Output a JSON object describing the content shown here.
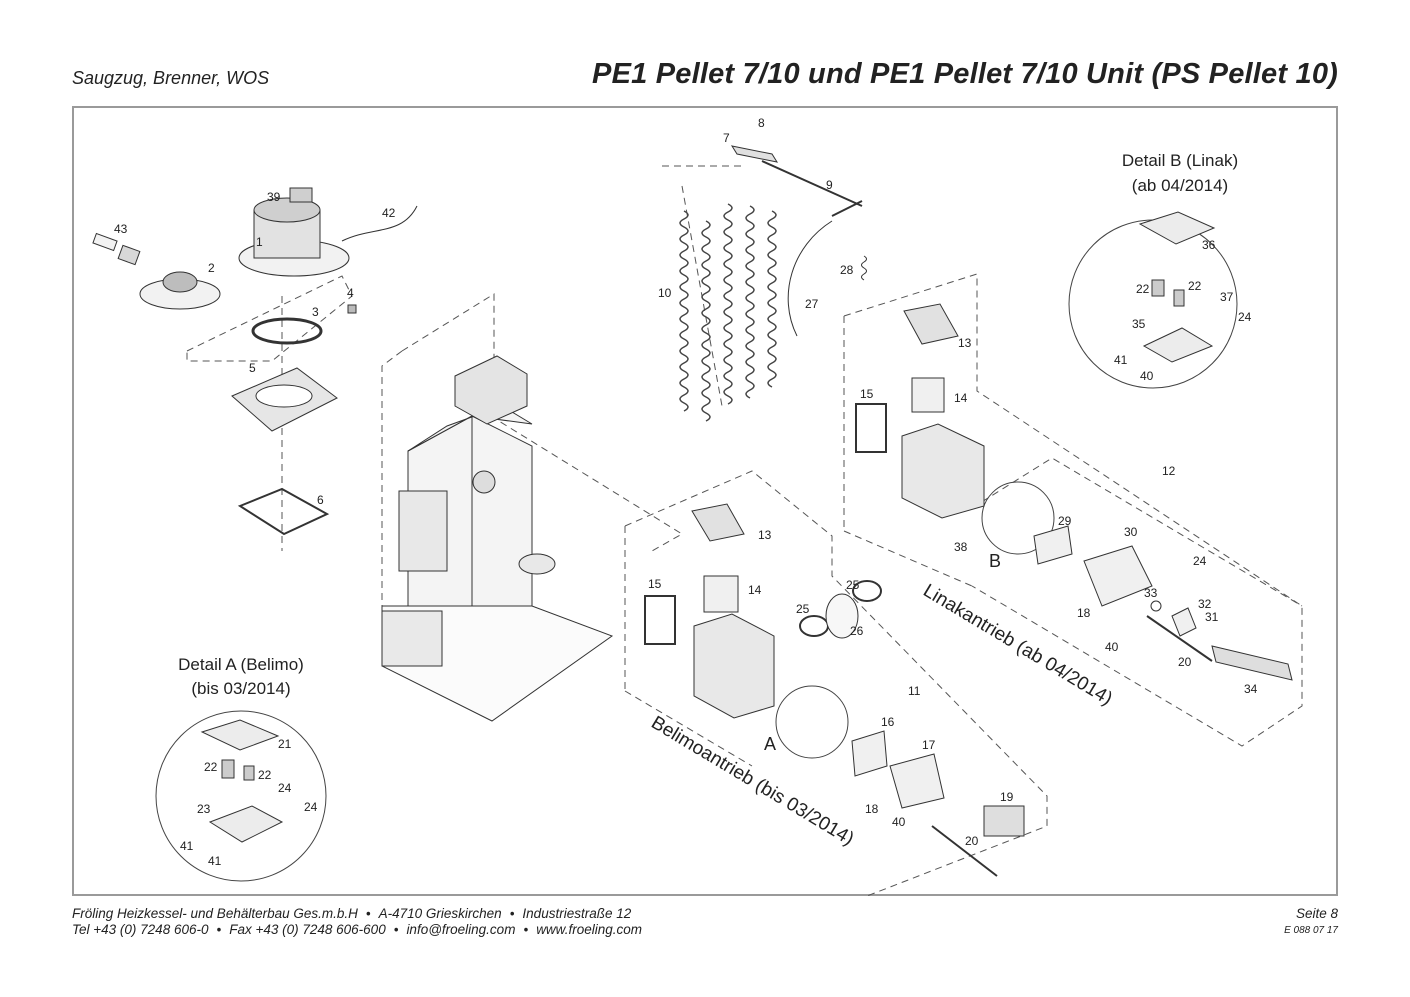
{
  "header": {
    "section": "Saugzug, Brenner, WOS",
    "title": "PE1 Pellet 7/10 und PE1 Pellet 7/10 Unit (PS Pellet 10)"
  },
  "diagram": {
    "detail_a": {
      "line1": "Detail A (Belimo)",
      "line2": "(bis 03/2014)",
      "marker": "A"
    },
    "detail_b": {
      "line1": "Detail B (Linak)",
      "line2": "(ab 04/2014)",
      "marker": "B"
    },
    "drive_belimo": "Belimoantrieb (bis 03/2014)",
    "drive_linak": "Linakantrieb (ab 04/2014)",
    "part_numbers": {
      "p1": "1",
      "p2": "2",
      "p3": "3",
      "p4": "4",
      "p5": "5",
      "p6": "6",
      "p7": "7",
      "p8": "8",
      "p9": "9",
      "p10": "10",
      "p11": "11",
      "p12": "12",
      "p13a": "13",
      "p13b": "13",
      "p14a": "14",
      "p14b": "14",
      "p15a": "15",
      "p15b": "15",
      "p16": "16",
      "p17": "17",
      "p18a": "18",
      "p18b": "18",
      "p19": "19",
      "p20a": "20",
      "p20b": "20",
      "p21": "21",
      "p22a": "22",
      "p22b": "22",
      "p22c": "22",
      "p22d": "22",
      "p23": "23",
      "p24a": "24",
      "p24b": "24",
      "p24c": "24",
      "p24d": "24",
      "p25a": "25",
      "p25b": "25",
      "p26": "26",
      "p27": "27",
      "p28": "28",
      "p29": "29",
      "p30": "30",
      "p31": "31",
      "p32": "32",
      "p33": "33",
      "p34": "34",
      "p35": "35",
      "p36": "36",
      "p37": "37",
      "p38": "38",
      "p39": "39",
      "p40a": "40",
      "p40b": "40",
      "p40c": "40",
      "p41a": "41",
      "p41b": "41",
      "p41c": "41",
      "p42": "42",
      "p43": "43"
    }
  },
  "footer": {
    "company": "Fröling Heizkessel- und Behälterbau Ges.m.b.H",
    "city": "A-4710 Grieskirchen",
    "street": "Industriestraße 12",
    "tel": "Tel +43 (0) 7248 606-0",
    "fax": "Fax +43 (0) 7248 606-600",
    "email": "info@froeling.com",
    "web": "www.froeling.com",
    "bullet": "•",
    "page": "Seite 8",
    "doc_no": "E 088 07 17"
  }
}
